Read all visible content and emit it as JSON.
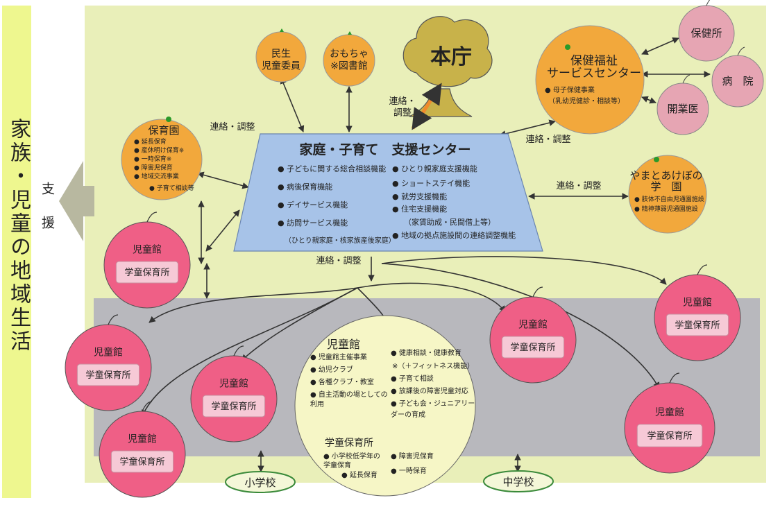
{
  "side_title": "家族・児童の地域生活",
  "side_support": "支援",
  "honcho": "本庁",
  "renraku_vertical": "連絡・\n調整",
  "renraku": "連絡・調整",
  "center": {
    "title": "家庭・子育て　支援センター",
    "left_items": [
      "子どもに関する総合相談機能",
      "病後保育機能",
      "デイサービス機能",
      "訪問サービス機能"
    ],
    "left_note": "（ひとり親家庭・核家族産後家庭）",
    "right_items": [
      "ひとり親家庭支援機能",
      "ショートステイ機能",
      "就労支援機能",
      "住宅支援機能",
      "地域の拠点施設間の連絡調整機能"
    ],
    "right_note": "（家賃助成・民間借上等）"
  },
  "minsei": "民生\n児童委員",
  "omocha": "おもちゃ\n※図書館",
  "hoikuen": {
    "title": "保育園",
    "items": [
      "延長保育",
      "産休明け保育※",
      "一時保育※",
      "障害児保育",
      "地域交流事業"
    ],
    "sub": "子育て相談等"
  },
  "hoken_center": {
    "title": "保健福祉\nサービスセンター",
    "item": "母子保健事業",
    "note": "（乳幼児健診・相談等）"
  },
  "hokenjo": "保健所",
  "byoin": "病　院",
  "kaigyoi": "開業医",
  "yamato": {
    "title": "やまとあけぼの\n学　園",
    "items": [
      "肢体不自由児通園施設",
      "精神薄弱児通園施設"
    ]
  },
  "jidokan": "児童館",
  "gakudo": "学童保育所",
  "main_circle": {
    "title": "児童館",
    "left_items": [
      "児童館主催事業",
      "幼児クラブ",
      "各種クラブ・教室",
      "自主活動の場としての\n利用"
    ],
    "right_items": [
      "健康相談・健康教育",
      "子育て相談",
      "放課後の障害児童対応",
      "子ども会・ジュニアリー\nダーの育成"
    ],
    "right_note": "※（＋フィットネス機能）",
    "sub_title": "学童保育所",
    "sub_left": [
      "小学校低学年の\n学童保育"
    ],
    "sub_left_note": "延長保育",
    "sub_right": [
      "障害児保育",
      "一時保育"
    ]
  },
  "shogakko": "小学校",
  "chugakko": "中学校",
  "colors": {
    "background": "#e9efb9",
    "band": "#b8b8bd",
    "center": "#a7c3e8",
    "orange": "#f2a83c",
    "pink": "#ef5f86",
    "light_pink": "#e6a5b3",
    "tree": "#c8b24a",
    "main_circle": "#f6f6c6",
    "arrow": "#333333"
  }
}
